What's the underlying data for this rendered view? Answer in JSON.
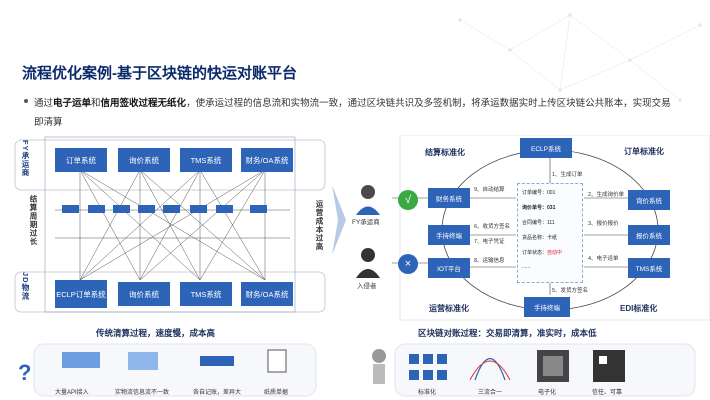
{
  "header": {
    "title": "流程优化案例-基于区块链的快运对账平台",
    "desc_p1": "通过",
    "desc_b1": "电子运单",
    "desc_p2": "和",
    "desc_b2": "信用签收过程无纸化",
    "desc_p3": "，使承运过程的信息流和实物流一致，通过区块链共识及多签机制，将承运数据实时上传区块链公共账本，实现交易即清算"
  },
  "left": {
    "fy_label": "FY承运商",
    "jd_label": "JD物流",
    "top_boxes": [
      "订单系统",
      "询价系统",
      "TMS系统",
      "财务/OA系统"
    ],
    "bottom_boxes": [
      "ECLP订单系统",
      "询价系统",
      "TMS系统",
      "财务/OA系统"
    ],
    "left_side": "结算周期过长",
    "right_side": "运营成本过高",
    "small_boxes": [
      "",
      "",
      "",
      "",
      "",
      "",
      "",
      ""
    ],
    "caption": "传统清算过程，速度慢，成本高",
    "bottom_items": [
      "大量API接入",
      "实物流信息流不一致",
      "各自记账，差异大",
      "纸质单据"
    ]
  },
  "right": {
    "eclp": "ECLP系统",
    "left_boxes": [
      "财务系统",
      "手持终端",
      "IOT平台"
    ],
    "right_boxes": [
      "询价系统",
      "报价系统",
      "TMS系统"
    ],
    "bottom_box": "手持终端",
    "sect_tl": "结算标准化",
    "sect_tr": "订单标准化",
    "sect_bl": "运营标准化",
    "sect_br": "EDI标准化",
    "fy_label": "FY承运商",
    "intruder_label": "入侵者",
    "check_mark": "√",
    "cross_mark": "×",
    "steps": [
      "1、生成订单",
      "2、生成询价单",
      "3、报价报价",
      "4、电子运单",
      "5、发货方签名",
      "6、收货方签名",
      "7、电子凭证",
      "8、运输信息",
      "9、自动结算"
    ],
    "ledger": [
      {
        "k": "订单编号：",
        "v": "001"
      },
      {
        "k": "询价单号：",
        "v": "031"
      },
      {
        "k": "合同编号：",
        "v": "111"
      },
      {
        "k": "货品名称：",
        "v": "卡纸"
      },
      {
        "k": "订单状态：",
        "v": "自动中"
      },
      {
        "k": "......",
        "v": ""
      }
    ],
    "caption": "区块链对账过程：交易即清算，准实时，成本低",
    "bottom_items": [
      "标准化",
      "三流合一",
      "电子化",
      "信任、可靠"
    ]
  },
  "colors": {
    "accent": "#2e64b8",
    "title": "#0b2a6b",
    "green": "#3aa843"
  }
}
